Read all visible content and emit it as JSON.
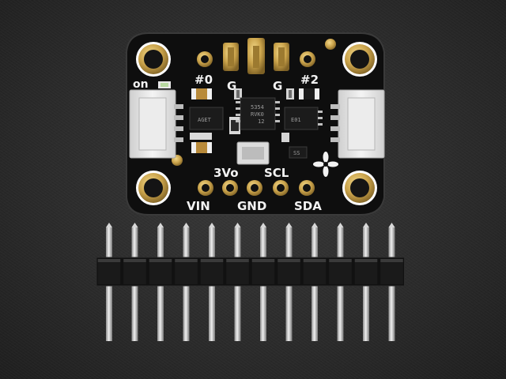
{
  "board": {
    "label_on": "on",
    "label_addr0": "#0",
    "label_g_left": "G",
    "label_g_right": "G",
    "label_addr2": "#2",
    "label_3vo": "3Vo",
    "label_scl": "SCL",
    "label_vin": "VIN",
    "label_gnd": "GND",
    "label_sda": "SDA",
    "chip_main_line1": "5354",
    "chip_main_line2": "RVK0",
    "chip_main_line3": "12",
    "chip_left": "AGET",
    "chip_right": "E01",
    "chip_small": "SS"
  },
  "colors": {
    "pcb": "#101010",
    "gold": "#c9a24a",
    "silkscreen": "#f2f2f2",
    "connector": "#e6e6e6"
  },
  "header": {
    "pin_count": 12
  }
}
